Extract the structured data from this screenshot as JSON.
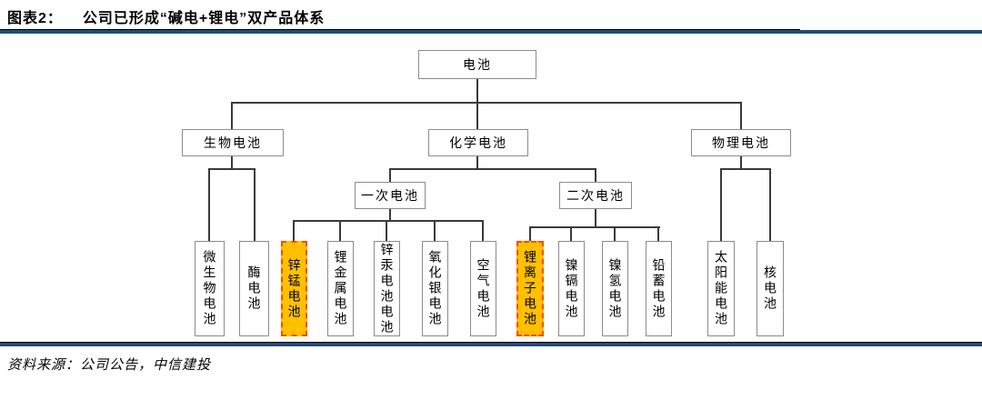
{
  "header": {
    "figure_label": "图表2：",
    "title": "公司已形成“碱电+锂电”双产品体系"
  },
  "footer": {
    "source": "资料来源：公司公告，中信建投"
  },
  "colors": {
    "highlight_fill": "#FFC000",
    "highlight_border": "#FF4B00",
    "divider_navy": "#1F4E79",
    "connector": "#3A3A3A",
    "box_border": "#8C8C8C"
  },
  "tree": {
    "root": {
      "label": "电池"
    },
    "level2": [
      {
        "id": "bio",
        "label": "生物电池"
      },
      {
        "id": "chem",
        "label": "化学电池"
      },
      {
        "id": "phys",
        "label": "物理电池"
      }
    ],
    "level3": [
      {
        "id": "primary",
        "label": "一次电池"
      },
      {
        "id": "secondary",
        "label": "二次电池"
      }
    ],
    "leaves": {
      "bio": [
        {
          "label": "微生物电池",
          "highlight": false
        },
        {
          "label": "酶电池",
          "highlight": false
        }
      ],
      "primary": [
        {
          "label": "锌锰电池",
          "highlight": true
        },
        {
          "label": "锂金属电池",
          "highlight": false
        },
        {
          "label": "锌汞电池电池",
          "highlight": false
        },
        {
          "label": "氧化银电池",
          "highlight": false
        },
        {
          "label": "空气电池",
          "highlight": false
        }
      ],
      "secondary": [
        {
          "label": "锂离子电池",
          "highlight": true
        },
        {
          "label": "镍镉电池",
          "highlight": false
        },
        {
          "label": "镍氢电池",
          "highlight": false
        },
        {
          "label": "铅蓄电池",
          "highlight": false
        }
      ],
      "phys": [
        {
          "label": "太阳能电池",
          "highlight": false
        },
        {
          "label": "核电池",
          "highlight": false
        }
      ]
    }
  }
}
